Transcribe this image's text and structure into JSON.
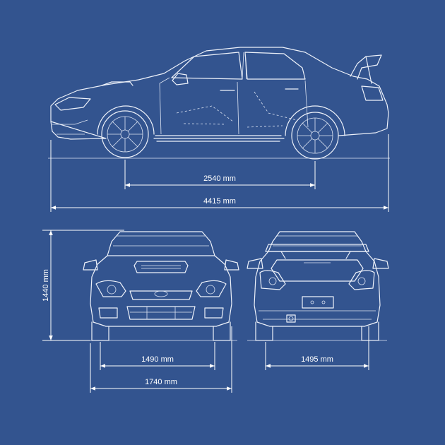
{
  "dimensions": {
    "wheelbase": "2540 mm",
    "length": "4415 mm",
    "height": "1440 mm",
    "front_track": "1490 mm",
    "width": "1740 mm",
    "rear_track": "1495 mm"
  },
  "colors": {
    "background": "#33548f",
    "line": "#eef2fa"
  }
}
